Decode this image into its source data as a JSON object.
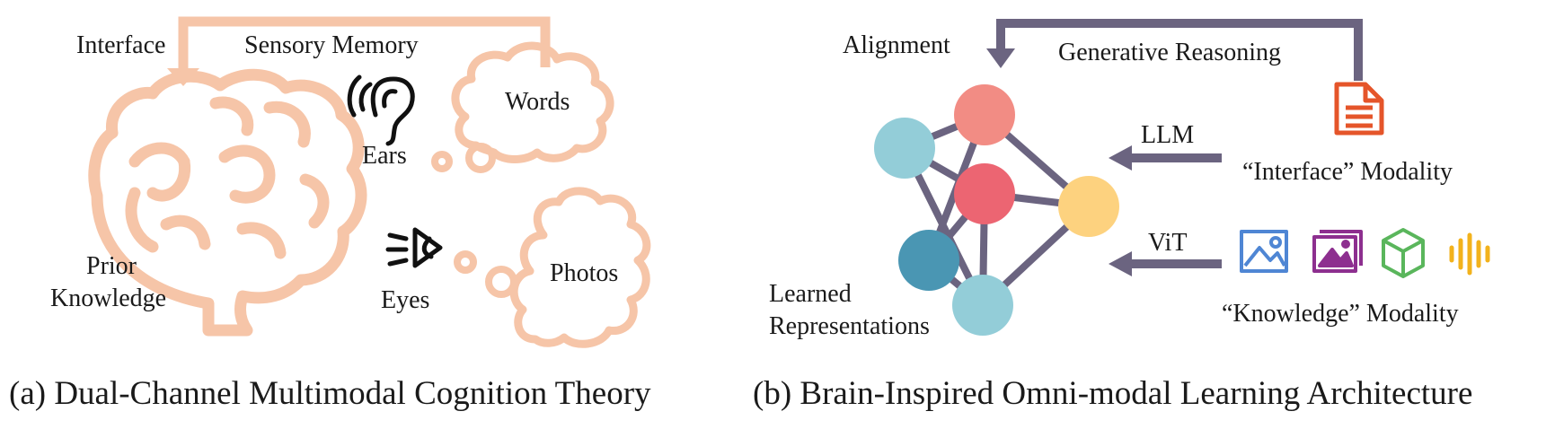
{
  "panel_a": {
    "labels": {
      "interface": "Interface",
      "sensory_memory": "Sensory Memory",
      "ears": "Ears",
      "eyes": "Eyes",
      "prior_knowledge_line1": "Prior",
      "prior_knowledge_line2": "Knowledge",
      "words": "Words",
      "photos": "Photos"
    },
    "caption": "(a) Dual-Channel Multimodal Cognition Theory",
    "icons": [
      "brain-icon",
      "ear-icon",
      "eye-icon",
      "thought-cloud-words",
      "thought-cloud-photos"
    ]
  },
  "panel_b": {
    "labels": {
      "alignment": "Alignment",
      "generative_reasoning": "Generative Reasoning",
      "llm": "LLM",
      "vit": "ViT",
      "interface_modality": "“Interface” Modality",
      "knowledge_modality": "“Knowledge” Modality",
      "learned_line1": "Learned",
      "learned_line2": "Representations"
    },
    "caption": "(b) Brain-Inspired Omni-modal Learning Architecture",
    "icons": [
      "document-icon",
      "image-icon",
      "gallery-icon",
      "cube-icon",
      "audio-wave-icon"
    ]
  },
  "colors": {
    "brain": "#f6c5a8",
    "arrow": "#6b6480",
    "edge": "#6b6480",
    "node_light_blue": "#93cdd8",
    "node_dark_blue": "#4a96b3",
    "node_salmon": "#f28c84",
    "node_red": "#ec6572",
    "node_yellow": "#fdd27f",
    "doc_orange": "#e5552a",
    "image_blue": "#4f86d4",
    "gallery_purple": "#8d2f8f",
    "cube_green": "#5ab65c",
    "audio_yellow": "#f2b21c"
  }
}
